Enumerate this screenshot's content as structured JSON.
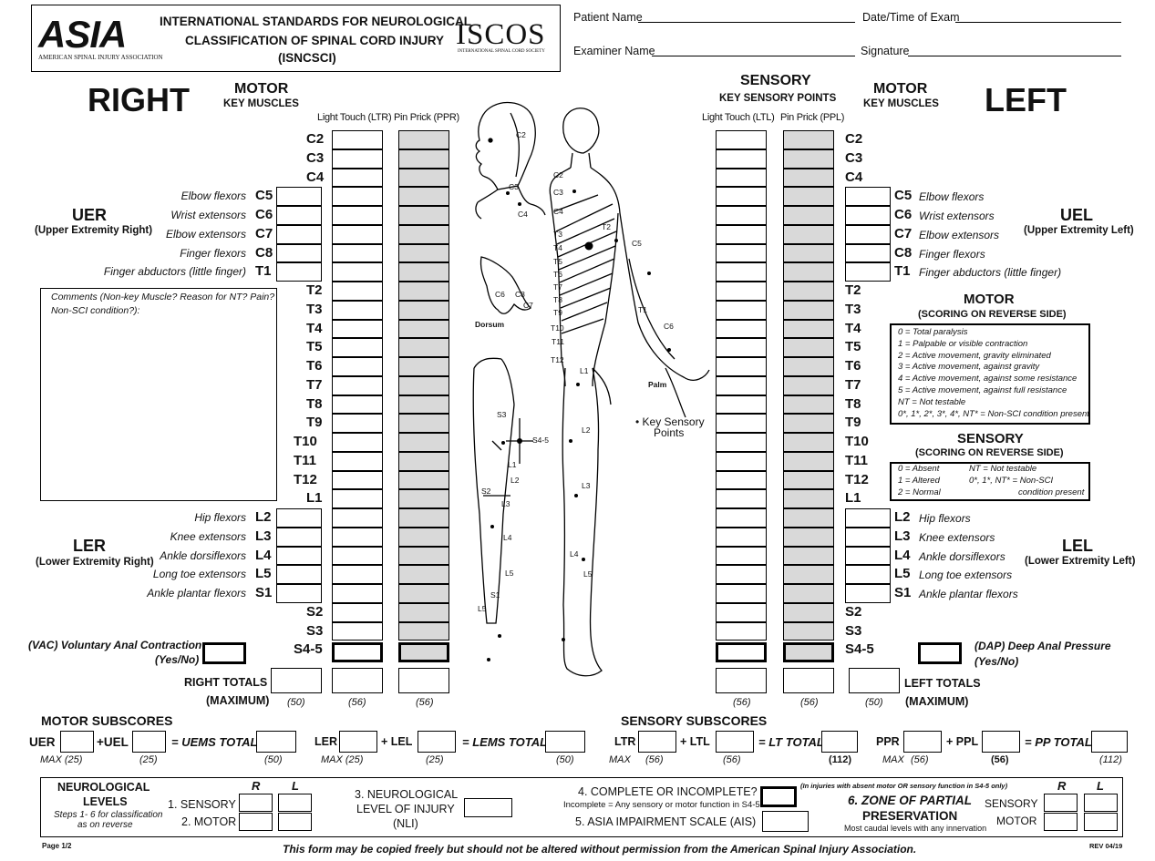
{
  "header": {
    "logo_asia": "ASIA",
    "logo_asia_sub": "AMERICAN SPINAL INJURY ASSOCIATION",
    "title_line1": "INTERNATIONAL STANDARDS FOR NEUROLOGICAL",
    "title_line2": "CLASSIFICATION OF SPINAL CORD INJURY",
    "title_line3": "(ISNCSCI)",
    "logo_iscos": "ISCOS",
    "logo_iscos_sub": "INTERNATIONAL SPINAL CORD SOCIETY",
    "patient_name_label": "Patient Name",
    "date_label": "Date/Time of Exam",
    "examiner_label": "Examiner Name",
    "signature_label": "Signature"
  },
  "right": {
    "title": "RIGHT",
    "motor_title": "MOTOR",
    "motor_sub": "KEY MUSCLES",
    "lt_label": "Light Touch (LTR)",
    "pp_label": "Pin Prick (PPR)",
    "uer_title": "UER",
    "uer_sub": "(Upper Extremity Right)",
    "ler_title": "LER",
    "ler_sub": "(Lower Extremity Right)",
    "vac_line1": "(VAC) Voluntary Anal Contraction",
    "vac_line2": "(Yes/No)",
    "totals_label": "RIGHT TOTALS",
    "max_label": "(MAXIMUM)",
    "max_motor": "(50)",
    "max_lt": "(56)",
    "max_pp": "(56)"
  },
  "left": {
    "title": "LEFT",
    "motor_title": "MOTOR",
    "motor_sub": "KEY MUSCLES",
    "sensory_title": "SENSORY",
    "sensory_sub": "KEY SENSORY POINTS",
    "lt_label": "Light Touch (LTL)",
    "pp_label": "Pin Prick (PPL)",
    "uel_title": "UEL",
    "uel_sub": "(Upper Extremity Left)",
    "lel_title": "LEL",
    "lel_sub": "(Lower Extremity Left)",
    "dap_line1": "(DAP) Deep Anal Pressure",
    "dap_line2": "(Yes/No)",
    "totals_label": "LEFT TOTALS",
    "max_label": "(MAXIMUM)",
    "max_motor": "(50)",
    "max_lt": "(56)",
    "max_pp": "(56)"
  },
  "levels": [
    "C2",
    "C3",
    "C4",
    "C5",
    "C6",
    "C7",
    "C8",
    "T1",
    "T2",
    "T3",
    "T4",
    "T5",
    "T6",
    "T7",
    "T8",
    "T9",
    "T10",
    "T11",
    "T12",
    "L1",
    "L2",
    "L3",
    "L4",
    "L5",
    "S1",
    "S2",
    "S3",
    "S4-5"
  ],
  "muscles": {
    "C5": "Elbow flexors",
    "C6": "Wrist extensors",
    "C7": "Elbow extensors",
    "C8": "Finger flexors",
    "T1": "Finger abductors (little finger)",
    "L2": "Hip flexors",
    "L3": "Knee extensors",
    "L4": "Ankle dorsiflexors",
    "L5": "Long toe extensors",
    "S1": "Ankle plantar flexors"
  },
  "comments": {
    "line1": "Comments (Non-key Muscle? Reason for NT? Pain?",
    "line2": "Non-SCI condition?):"
  },
  "diagram": {
    "dorsum": "Dorsum",
    "palm": "Palm",
    "key_points_line1": "• Key Sensory",
    "key_points_line2": "Points",
    "labels": [
      "C2",
      "C3",
      "C4",
      "C2",
      "C3",
      "C4",
      "T2",
      "T3",
      "T4",
      "T5",
      "T6",
      "T7",
      "T8",
      "T9",
      "T10",
      "T11",
      "T12",
      "L1",
      "C5",
      "T1",
      "C6",
      "L2",
      "L3",
      "L4",
      "L5",
      "S1",
      "L5",
      "S2",
      "S3",
      "S4-5",
      "L1",
      "L2",
      "L3",
      "L4",
      "L5",
      "C6",
      "C8",
      "C7"
    ]
  },
  "motor_scale": {
    "title": "MOTOR",
    "sub": "(SCORING ON REVERSE SIDE)",
    "lines": [
      "0 = Total paralysis",
      "1 = Palpable or visible contraction",
      "2 = Active movement, gravity eliminated",
      "3 = Active movement, against gravity",
      "4 = Active movement, against some resistance",
      "5 = Active movement, against full resistance",
      "NT = Not testable",
      "0*, 1*, 2*, 3*, 4*, NT* = Non-SCI condition present"
    ]
  },
  "sensory_scale": {
    "title": "SENSORY",
    "sub": "(SCORING ON REVERSE SIDE)",
    "l1": "0 = Absent",
    "l2": "1 = Altered",
    "l3": "2 = Normal",
    "r1": "NT = Not testable",
    "r2": "0*, 1*, NT* = Non-SCI",
    "r3": "condition present"
  },
  "motor_subscores": {
    "title": "MOTOR SUBSCORES",
    "uer": "UER",
    "uel": "+UEL",
    "uems": "= UEMS TOTAL",
    "ler": "LER",
    "lel": "+ LEL",
    "lems": "= LEMS TOTAL",
    "max": "MAX (25)",
    "m25": "(25)",
    "m50": "(50)"
  },
  "sensory_subscores": {
    "title": "SENSORY SUBSCORES",
    "ltr": "LTR",
    "ltl": "+ LTL",
    "lt_total": "= LT TOTAL",
    "ppr": "PPR",
    "ppl": "+ PPL",
    "pp_total": "= PP TOTAL",
    "max": "MAX",
    "m56": "(56)",
    "m112": "(112)"
  },
  "bottom": {
    "neuro_title1": "NEUROLOGICAL",
    "neuro_title2": "LEVELS",
    "neuro_sub1": "Steps 1- 6 for classification",
    "neuro_sub2": "as on reverse",
    "r": "R",
    "l": "L",
    "sensory": "1. SENSORY",
    "motor": "2. MOTOR",
    "nli1": "3. NEUROLOGICAL",
    "nli2": "LEVEL OF INJURY",
    "nli3": "(NLI)",
    "complete": "4. COMPLETE OR INCOMPLETE?",
    "incomplete_note": "Incomplete = Any sensory or motor function in S4-5",
    "ais": "5. ASIA IMPAIRMENT SCALE (AIS)",
    "zpp_note": "(In injuries with absent motor OR sensory function in S4-5 only)",
    "zpp1": "6. ZONE OF PARTIAL",
    "zpp2": "PRESERVATION",
    "zpp_sub": "Most caudal levels with any innervation",
    "zpp_sensory": "SENSORY",
    "zpp_motor": "MOTOR"
  },
  "footer": {
    "page": "Page 1/2",
    "notice": "This form may be copied freely but should not be altered without permission from the American Spinal Injury Association.",
    "rev": "REV 04/19"
  }
}
